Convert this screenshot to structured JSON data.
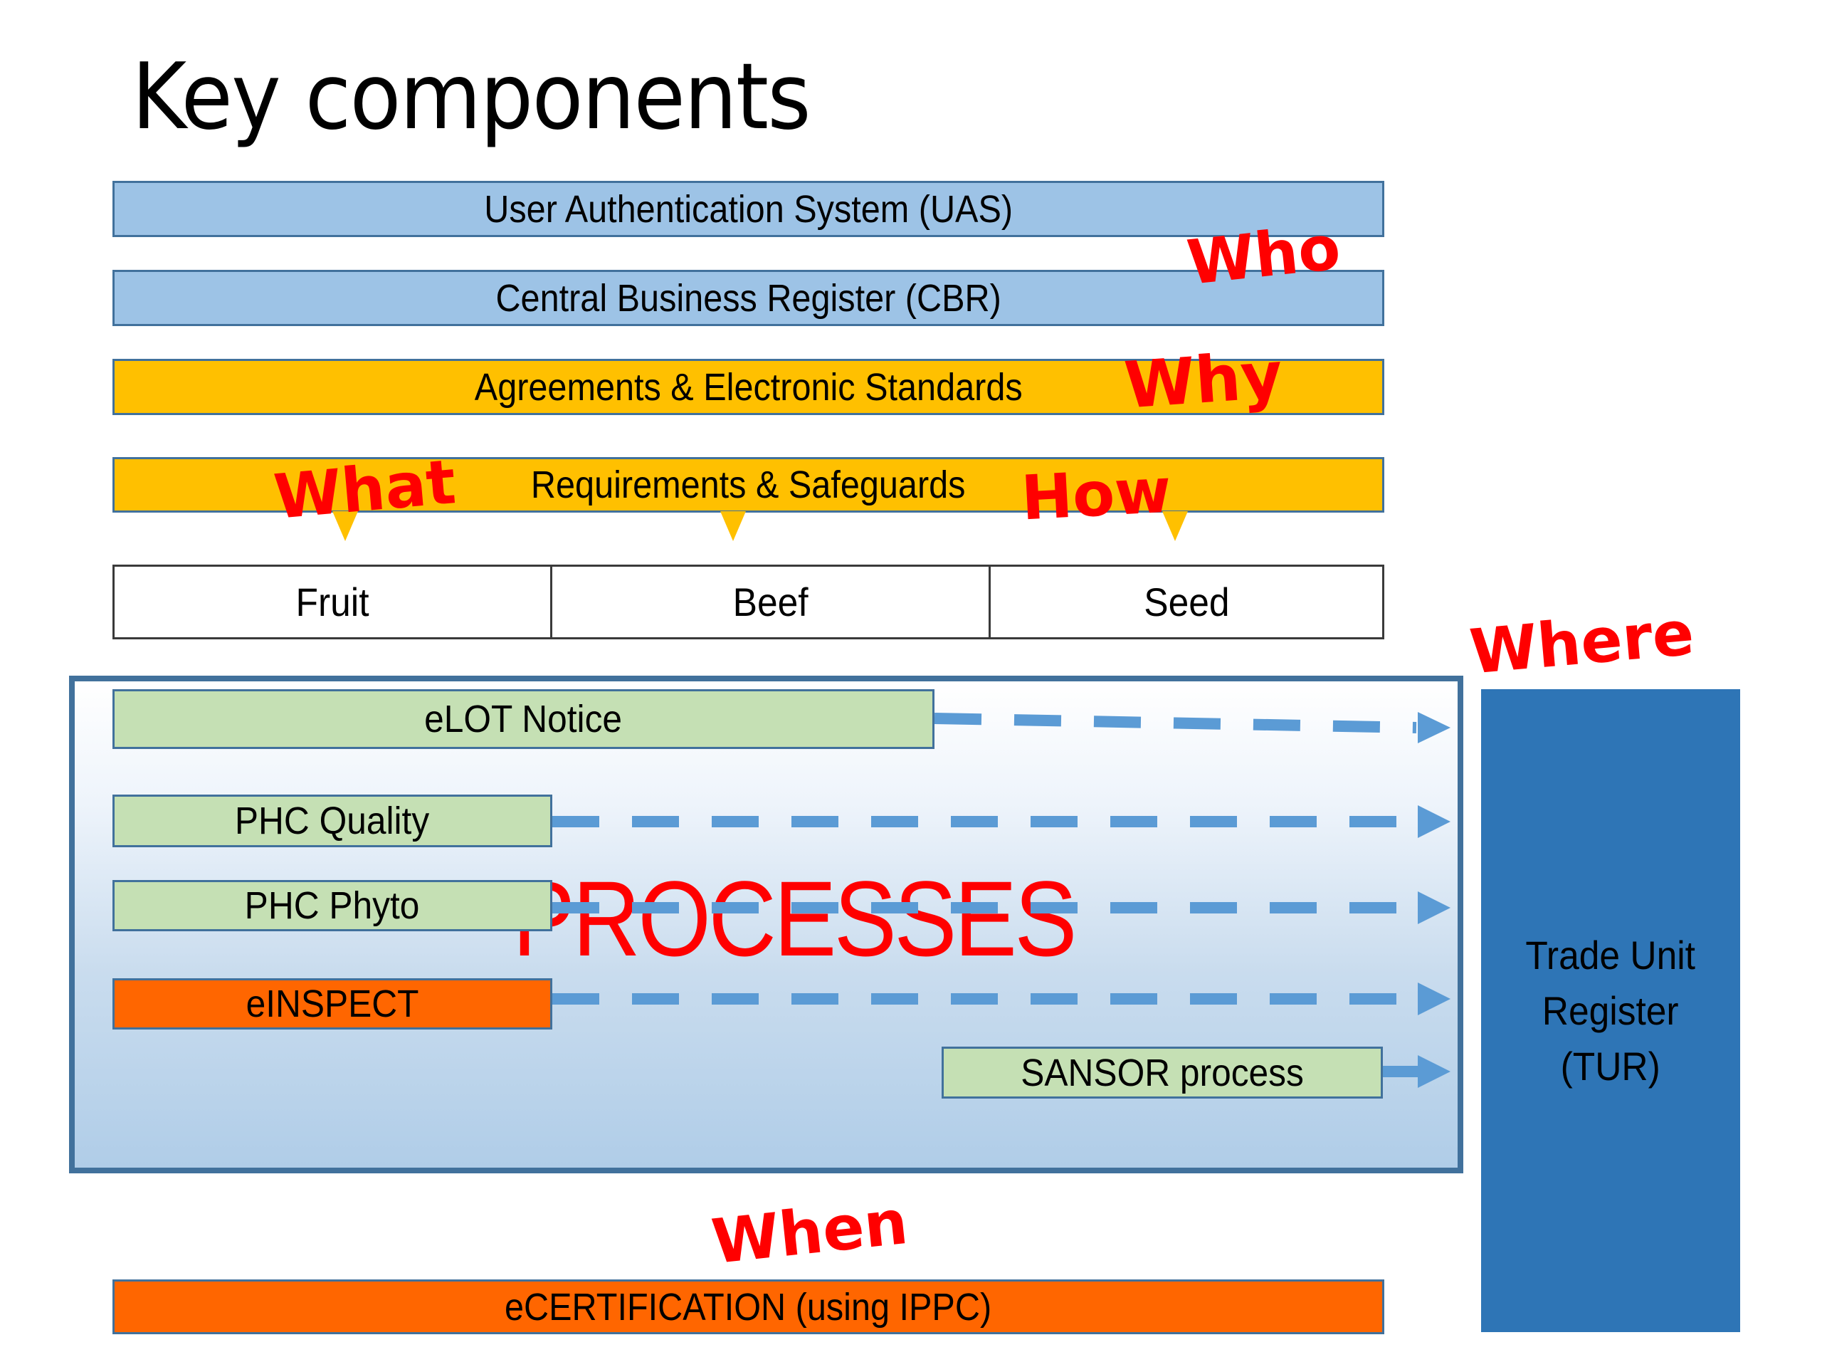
{
  "title": "Key components",
  "layers": {
    "uas": "User Authentication System (UAS)",
    "cbr": "Central Business Register (CBR)",
    "agreements": "Agreements & Electronic Standards",
    "requirements": "Requirements & Safeguards",
    "ecertification": "eCERTIFICATION (using IPPC)"
  },
  "commodities": [
    "Fruit",
    "Beef",
    "Seed"
  ],
  "processes": {
    "label": "PROCESSES",
    "items": [
      "eLOT Notice",
      "PHC Quality",
      "PHC Phyto",
      "eINSPECT",
      "SANSOR process"
    ]
  },
  "register": {
    "line1": "Trade Unit",
    "line2": "Register",
    "line3": "(TUR)"
  },
  "annotations": {
    "who": "Who",
    "why": "Why",
    "what": "What",
    "how": "How",
    "where": "Where",
    "when": "When"
  },
  "colors": {
    "identity_layer": "#9dc3e6",
    "standards_layer": "#ffc000",
    "process_green": "#c5e0b4",
    "process_orange": "#ff6600",
    "register_blue": "#2e75b6",
    "annotation_red": "#ff0000",
    "arrow_blue": "#5b9bd5"
  }
}
